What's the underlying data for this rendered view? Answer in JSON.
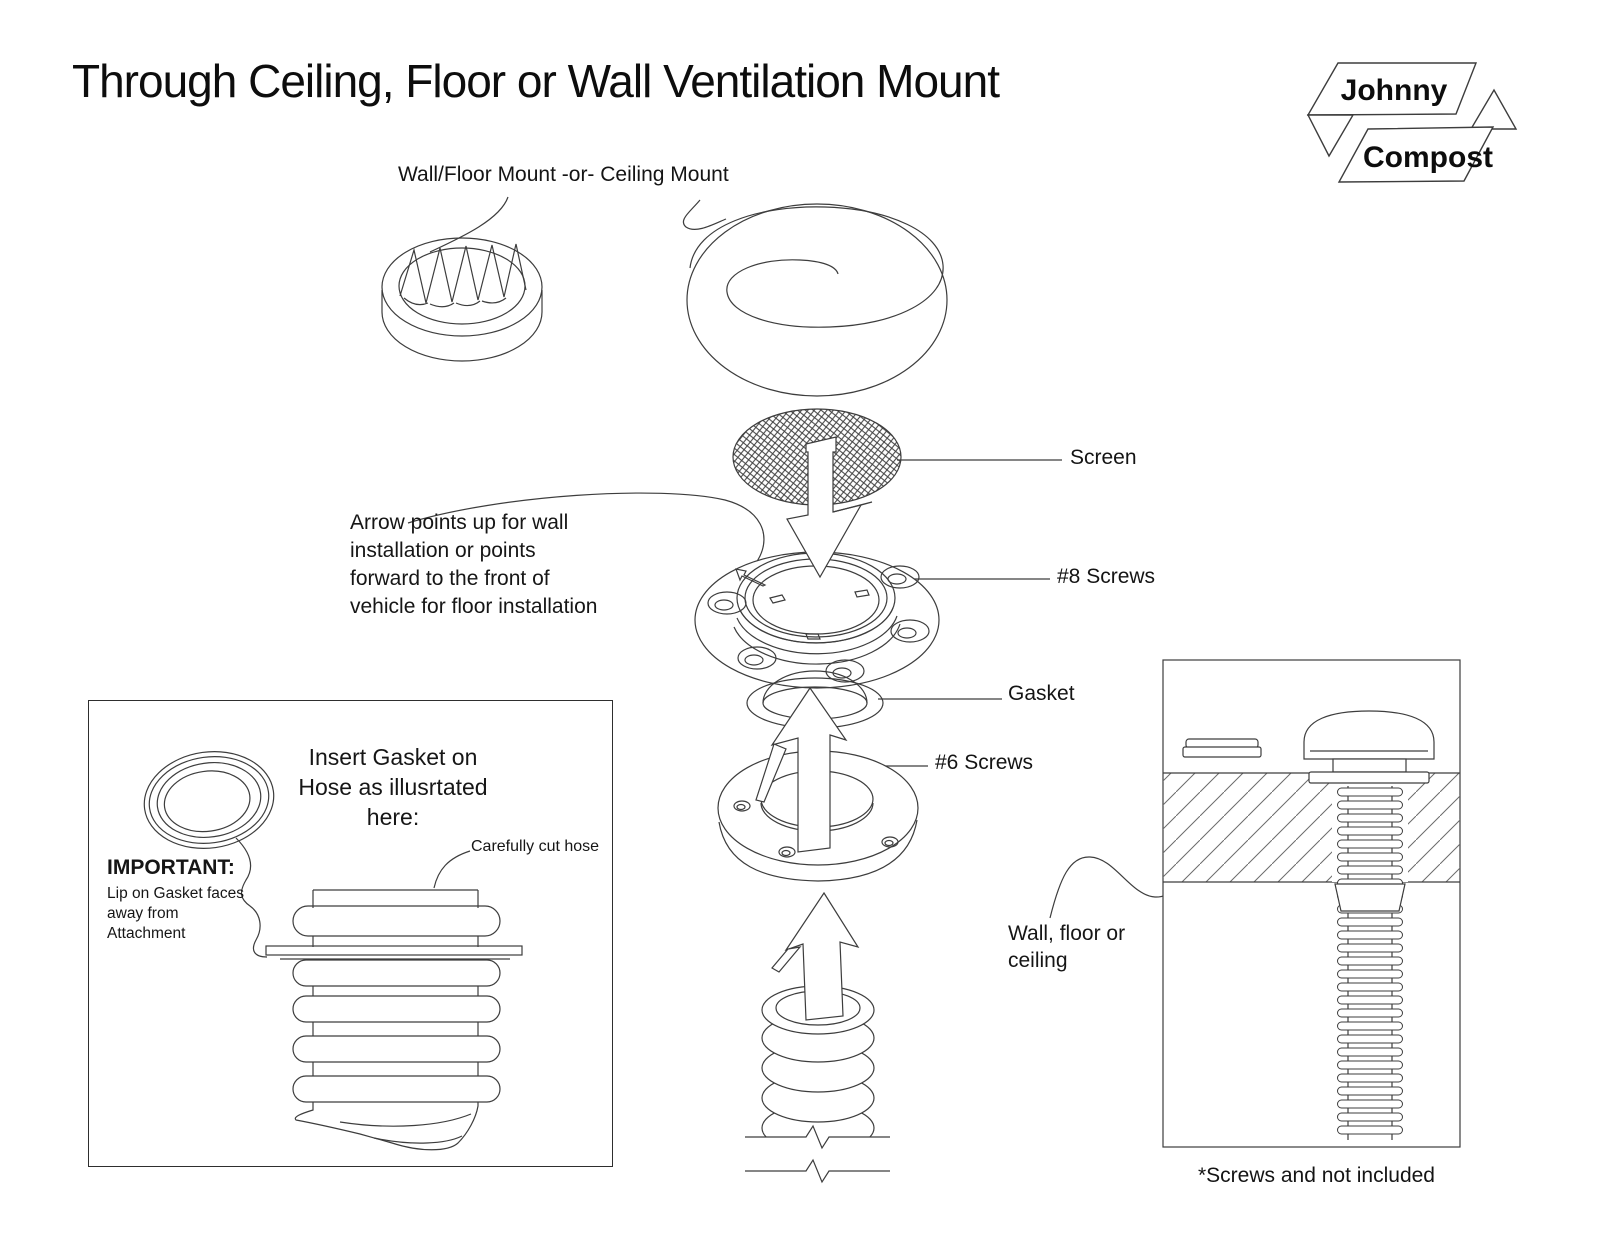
{
  "page": {
    "title": "Through Ceiling, Floor or Wall Ventilation Mount"
  },
  "logo": {
    "word_top": "Johnny",
    "word_bottom": "Compost"
  },
  "diagram": {
    "mount_label": "Wall/Floor Mount -or- Ceiling Mount",
    "screen_label": "Screen",
    "screws8_label": "#8 Screws",
    "gasket_label": "Gasket",
    "screws6_label": "#6 Screws",
    "arrow_note": "Arrow points up for wall installation or points forward to the front of vehicle for floor installation",
    "wall_label_line1": "Wall, floor or",
    "wall_label_line2": "ceiling",
    "screws_footnote": "*Screws and not included"
  },
  "inset": {
    "title_line1": "Insert Gasket on",
    "title_line2": "Hose as illusrtated",
    "title_line3": "here:",
    "important_heading": "IMPORTANT:",
    "important_line1": "Lip on Gasket faces",
    "important_line2": "away from",
    "important_line3": "Attachment",
    "cut_hose_label": "Carefully cut hose"
  },
  "colors": {
    "line": "#3d3d3d",
    "text": "#141414",
    "background": "#ffffff"
  }
}
